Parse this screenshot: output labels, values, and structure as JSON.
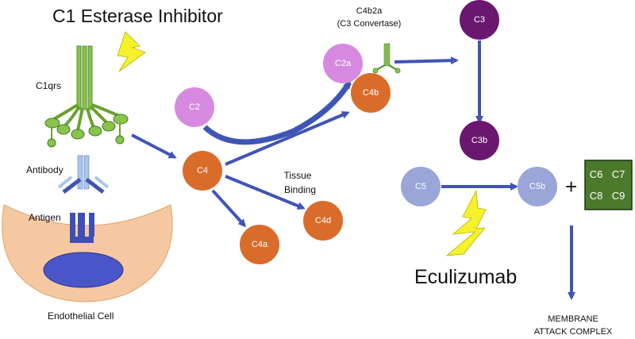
{
  "titles": {
    "c1_inhibitor": "C1 Esterase Inhibitor",
    "eculizumab": "Eculizumab"
  },
  "labels": {
    "c1qrs": "C1qrs",
    "antibody": "Antibody",
    "antigen": "Antigen",
    "endothelial_cell": "Endothelial Cell",
    "tissue_binding_1": "Tissue",
    "tissue_binding_2": "Binding",
    "c4b2a_1": "C4b2a",
    "c4b2a_2": "(C3 Convertase)",
    "mac_1": "MEMBRANE",
    "mac_2": "ATTACK COMPLEX",
    "plus": "+"
  },
  "nodes": {
    "c2": "C2",
    "c4": "C4",
    "c4a": "C4a",
    "c4d": "C4d",
    "c2a": "C2a",
    "c4b": "C4b",
    "c3": "C3",
    "c3b": "C3b",
    "c5": "C5",
    "c5b": "C5b"
  },
  "mac_box": {
    "c6": "C6",
    "c7": "C7",
    "c8": "C8",
    "c9": "C9"
  },
  "colors": {
    "title_red": "#c8202f",
    "orange": "#d96c2a",
    "purple": "#6b1770",
    "pink": "#d58ae0",
    "lavender": "#9aa6d8",
    "arrow_blue": "#3f55b5",
    "green": "#4c7a2c",
    "cell_fill": "#f5c8a2",
    "bolt_yellow": "#f5f12a"
  }
}
